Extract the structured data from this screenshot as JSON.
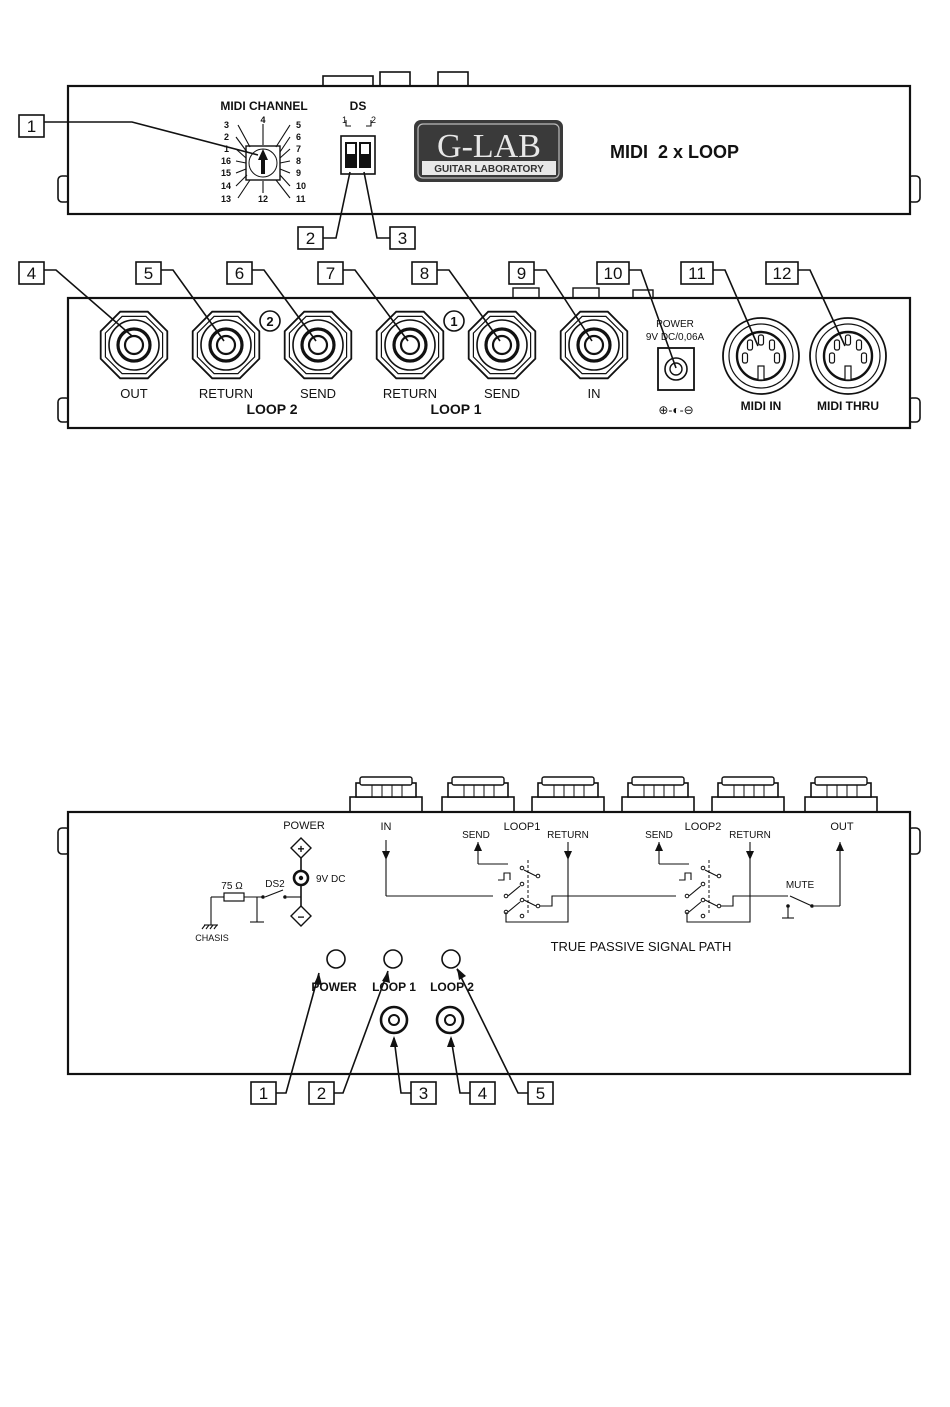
{
  "top_panel": {
    "midi_channel_label": "MIDI CHANNEL",
    "dial_numbers": [
      "3",
      "4",
      "5",
      "2",
      "6",
      "1",
      "7",
      "16",
      "8",
      "15",
      "9",
      "14",
      "10",
      "13",
      "12",
      "11"
    ],
    "ds_label": "DS",
    "ds_pos1": "1",
    "ds_pos2": "2",
    "logo_main": "G-LAB",
    "logo_sub": "GUITAR LABORATORY",
    "product_name": "MIDI  2 x LOOP",
    "callouts": [
      "1",
      "2",
      "3"
    ]
  },
  "rear_panel": {
    "callouts": [
      "4",
      "5",
      "6",
      "7",
      "8",
      "9",
      "10",
      "11",
      "12"
    ],
    "jacks": {
      "out": "OUT",
      "return2": "RETURN",
      "send2": "SEND",
      "return1": "RETURN",
      "send1": "SEND",
      "in": "IN"
    },
    "loop2_badge": "2",
    "loop1_badge": "1",
    "loop2_label": "LOOP 2",
    "loop1_label": "LOOP 1",
    "power_label": "POWER",
    "power_spec": "9V DC/0,06A",
    "polarity": "⊕-◐-⊖",
    "midi_in": "MIDI IN",
    "midi_thru": "MIDI THRU"
  },
  "bottom_panel": {
    "power_label": "POWER",
    "plus": "+",
    "minus": "−",
    "dc_label": "9V DC",
    "resistor_label": "75 Ω",
    "ds2_label": "DS2",
    "chassis_label": "CHASIS",
    "in_label": "IN",
    "loop1_label": "LOOP1",
    "loop2_label": "LOOP2",
    "send1": "SEND",
    "return1": "RETURN",
    "send2": "SEND",
    "return2": "RETURN",
    "out_label": "OUT",
    "mute_label": "MUTE",
    "signal_path": "TRUE PASSIVE SIGNAL PATH",
    "led_power": "POWER",
    "led_loop1": "LOOP 1",
    "led_loop2": "LOOP 2",
    "callouts": [
      "1",
      "2",
      "3",
      "4",
      "5"
    ]
  }
}
